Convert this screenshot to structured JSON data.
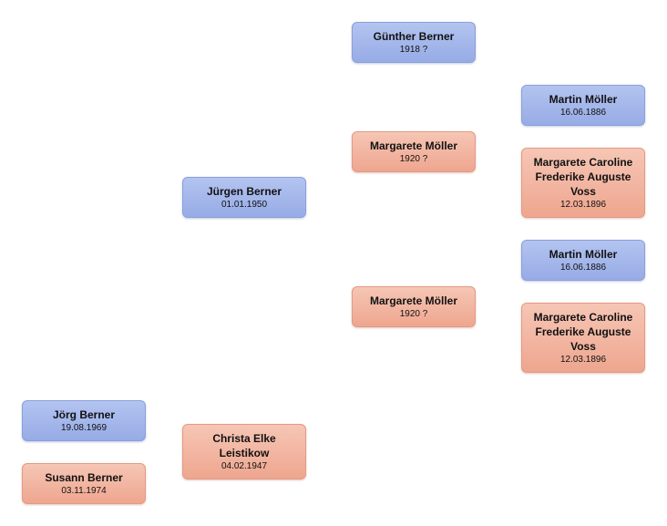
{
  "people": {
    "guenther": {
      "name": "Günther Berner",
      "date": "1918 ?",
      "sex": "male"
    },
    "margarete_a": {
      "name": "Margarete Möller",
      "date": "1920 ?",
      "sex": "female"
    },
    "martin_a": {
      "name": "Martin Möller",
      "date": "16.06.1886",
      "sex": "male"
    },
    "caroline_a": {
      "name": "Margarete Caroline Frederike Auguste Voss",
      "date": "12.03.1896",
      "sex": "female"
    },
    "juergen": {
      "name": "Jürgen Berner",
      "date": "01.01.1950",
      "sex": "male"
    },
    "martin_b": {
      "name": "Martin Möller",
      "date": "16.06.1886",
      "sex": "male"
    },
    "margarete_b": {
      "name": "Margarete Möller",
      "date": "1920 ?",
      "sex": "female"
    },
    "caroline_b": {
      "name": "Margarete Caroline Frederike Auguste Voss",
      "date": "12.03.1896",
      "sex": "female"
    },
    "joerg": {
      "name": "Jörg Berner",
      "date": "19.08.1969",
      "sex": "male"
    },
    "christa": {
      "name": "Christa Elke Leistikow",
      "date": "04.02.1947",
      "sex": "female"
    },
    "susann": {
      "name": "Susann Berner",
      "date": "03.11.1974",
      "sex": "female"
    }
  },
  "colors": {
    "male": "#9fb2e9",
    "female": "#f1b19c"
  }
}
